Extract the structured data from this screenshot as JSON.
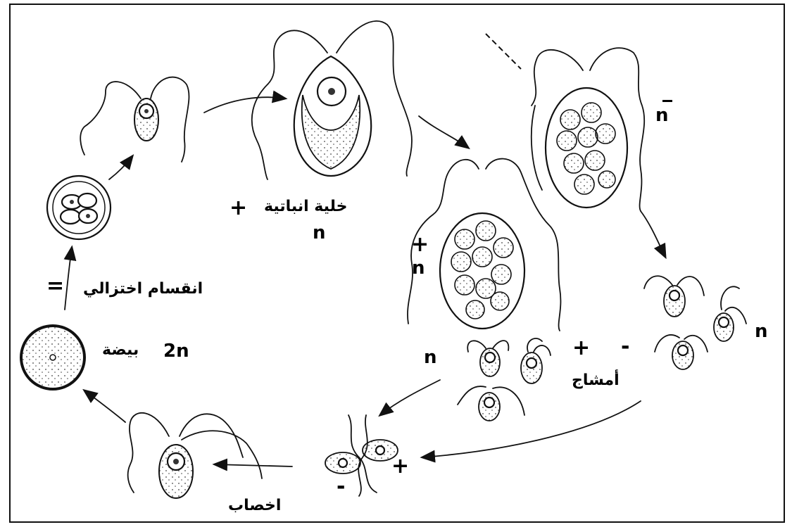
{
  "labels": {
    "vegetative_cell": "خلية انباتية",
    "plus_sign": "+",
    "minus_sign": "-",
    "n": "n",
    "n_bar": "n",
    "two_n": "2n",
    "egg": "بيضة",
    "meiosis": "انقسام اختزالي",
    "gametes": "أمشاج",
    "fertilization": "اخصاب",
    "meiosis_mark": "="
  }
}
